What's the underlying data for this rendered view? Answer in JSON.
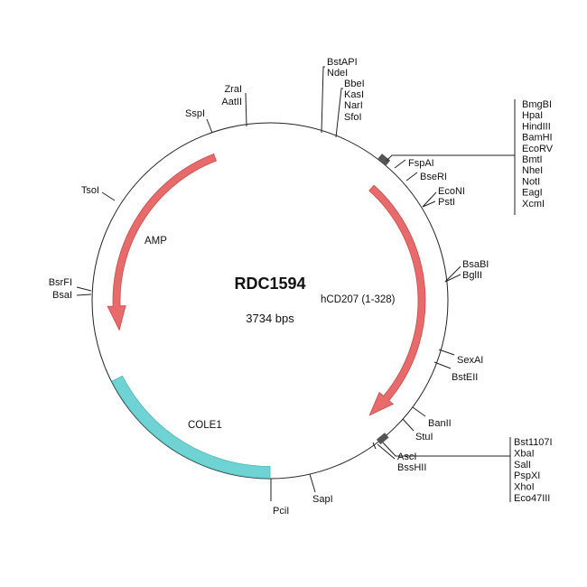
{
  "plasmid": {
    "name": "RDC1594",
    "size": "3734 bps"
  },
  "features": {
    "amp": {
      "label": "AMP",
      "color": "#e86b6b"
    },
    "hcd207": {
      "label": "hCD207 (1-328)",
      "color": "#e86b6b"
    },
    "cole1": {
      "label": "COLE1",
      "color": "#6fd3d3"
    }
  },
  "sites": {
    "bstapi": "BstAPI",
    "ndei": "NdeI",
    "bbei": "BbeI",
    "kasi": "KasI",
    "nari": "NarI",
    "sfoi": "SfoI",
    "zrai": "ZraI",
    "aatii": "AatII",
    "sspi": "SspI",
    "mcs1": [
      "BmgBI",
      "HpaI",
      "HindIII",
      "BamHI",
      "EcoRV",
      "BmtI",
      "NheI",
      "NotI",
      "EagI",
      "XcmI"
    ],
    "fspai": "FspAI",
    "bseri": "BseRI",
    "econi": "EcoNI",
    "psti": "PstI",
    "bsabi": "BsaBI",
    "bglii": "BglII",
    "sexai": "SexAI",
    "bsteii": "BstEII",
    "banii": "BanII",
    "stui": "StuI",
    "asci": "AscI",
    "bsshii": "BssHII",
    "mcs2": [
      "Bst1107I",
      "XbaI",
      "SalI",
      "PspXI",
      "XhoI",
      "Eco47III"
    ],
    "sapi": "SapI",
    "pcii": "PciI",
    "bsrfi": "BsrFI",
    "bsai": "BsaI",
    "tsoi": "TsoI"
  }
}
